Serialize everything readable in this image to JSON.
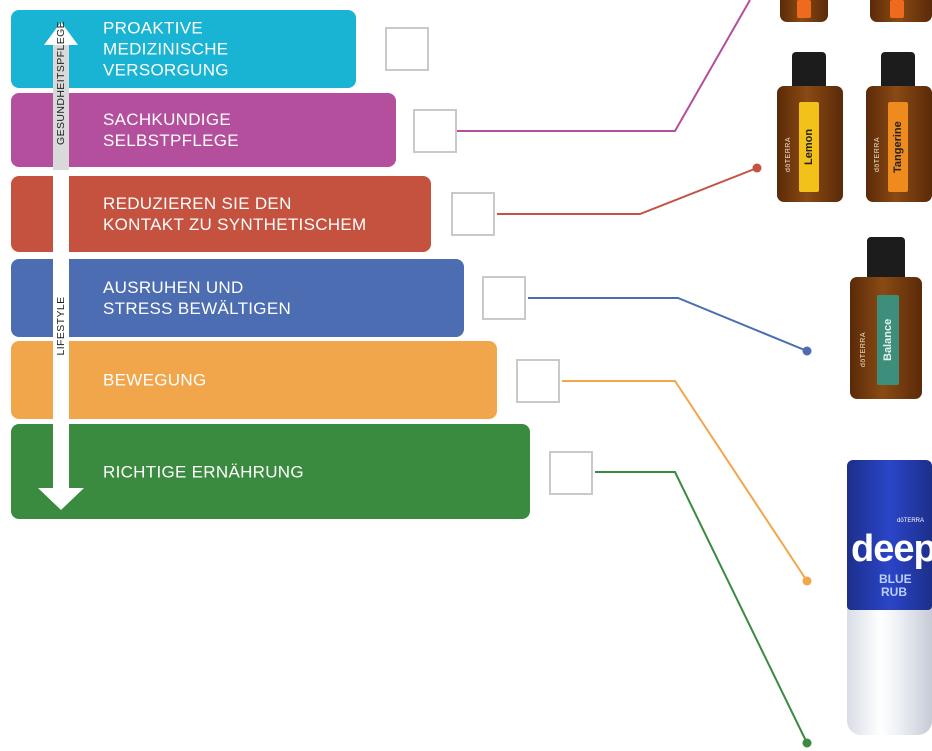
{
  "levels": [
    {
      "label": "PROAKTIVE\nMEDIZINISCHE\nVERSORGUNG",
      "color": "#19b4d3"
    },
    {
      "label": "SACHKUNDIGE\nSELBSTPFLEGE",
      "color": "#b34f9c"
    },
    {
      "label": "REDUZIEREN SIE DEN\nKONTAKT ZU SYNTHETISCHEM",
      "color": "#c5513f"
    },
    {
      "label": "AUSRUHEN UND\nSTRESS BEWÄLTIGEN",
      "color": "#4c6db1"
    },
    {
      "label": "BEWEGUNG",
      "color": "#f2a64b"
    },
    {
      "label": "RICHTIGE ERNÄHRUNG",
      "color": "#3a8a3f"
    }
  ],
  "axis": {
    "top_label": "GESUNDHEITSPFLEGE",
    "bottom_label": "LIFESTYLE"
  },
  "products": {
    "top_left_label": "",
    "lemon": {
      "brand": "dōTERRA",
      "name": "Lemon",
      "label_color": "#f2c21b"
    },
    "tangerine": {
      "brand": "dōTERRA",
      "name": "Tangerine",
      "label_color": "#ee8a1e"
    },
    "balance": {
      "brand": "dōTERRA",
      "name": "Balance",
      "label_color": "#3d8f7c"
    },
    "deep_blue": {
      "brand": "dōTERRA",
      "word": "deep",
      "line1": "BLUE",
      "line2": "RUB"
    }
  },
  "connector_dot_colors": {
    "selbstpflege": "#b34f9c",
    "synthetisch": "#c5513f",
    "stress": "#4c6db1",
    "bewegung": "#f2a64b",
    "ernaehrung": "#3a8a3f"
  }
}
